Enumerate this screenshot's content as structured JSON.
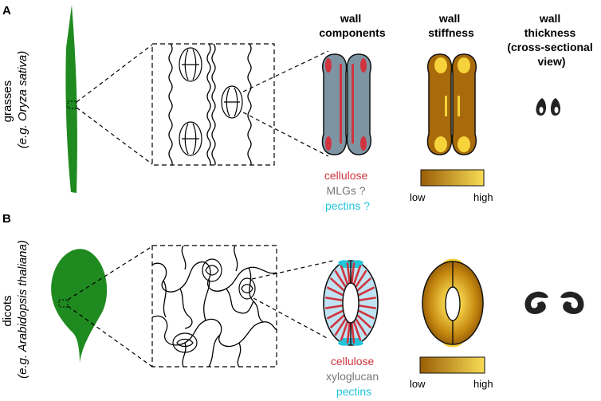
{
  "panels": {
    "a": {
      "letter": "A",
      "group": "grasses",
      "example": "(e.g. Oryza sativa)",
      "legend": [
        "cellulose",
        "MLGs ?",
        "pectins ?"
      ],
      "scale_low": "low",
      "scale_high": "high"
    },
    "b": {
      "letter": "B",
      "group": "dicots",
      "example": "(e.g. Arabidopsis thaliana)",
      "legend": [
        "cellulose",
        "xyloglucan",
        "pectins"
      ],
      "scale_low": "low",
      "scale_high": "high"
    }
  },
  "headers": {
    "components": [
      "wall",
      "components"
    ],
    "stiffness": [
      "wall",
      "stiffness"
    ],
    "thickness": [
      "wall",
      "thickness",
      "(cross-sectional",
      "view)"
    ]
  },
  "colors": {
    "plant_green": "#1f8a1f",
    "cellulose_red": "#d0343e",
    "matrix_grey": "#7d95a3",
    "pectin_cyan": "#21c5dc",
    "legend_grey": "#777777",
    "stiff_low": "#a86a0a",
    "stiff_high": "#f6d33a"
  }
}
